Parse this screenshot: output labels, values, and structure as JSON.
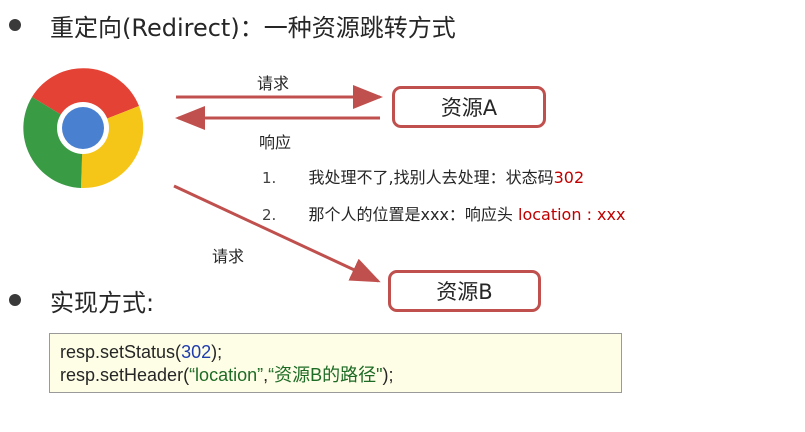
{
  "title": {
    "text": "重定向(Redirect)：一种资源跳转方式"
  },
  "diagram": {
    "browser_icon": "chrome-icon",
    "request_label_a": "请求",
    "response_label_a": "响应",
    "resource_a": "资源A",
    "request_label_b": "请求",
    "resource_b": "资源B",
    "arrow_color": "#c0504d",
    "steps": [
      {
        "num": "1.",
        "text": "我处理不了,找别人去处理：状态码",
        "highlight": "302"
      },
      {
        "num": "2.",
        "text": "那个人的位置是xxx：响应头 ",
        "highlight": "location : xxx"
      }
    ]
  },
  "implementation": {
    "heading": "实现方式:",
    "code": {
      "line1": {
        "prefix": "resp.setStatus(",
        "number": "302",
        "suffix": ");"
      },
      "line2": {
        "prefix": "resp.setHeader(",
        "arg1": "“location”",
        "sep": ",",
        "arg2": "“资源B的路径\"",
        "suffix": ");"
      }
    }
  }
}
